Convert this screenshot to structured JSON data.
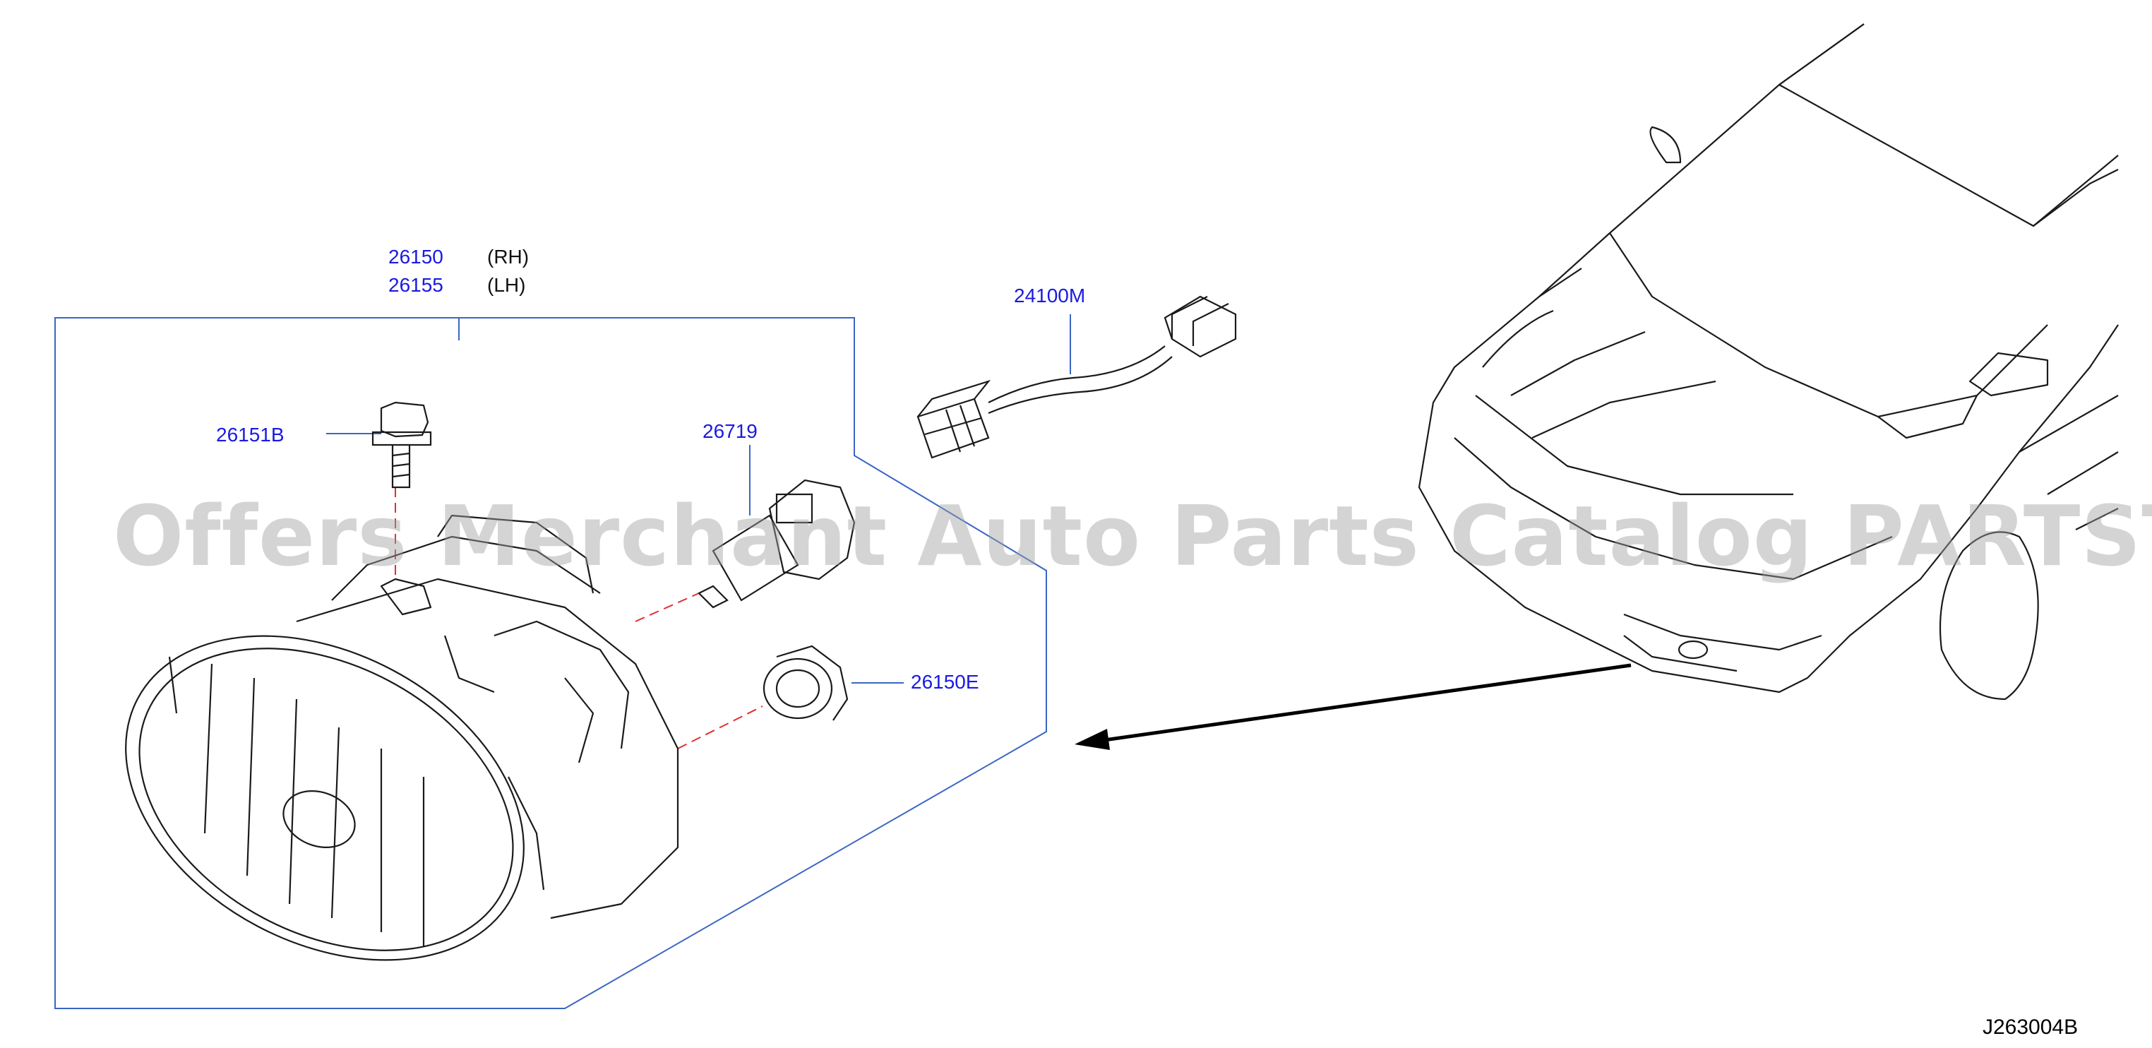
{
  "colors": {
    "leader": "#3a66c4",
    "parts": "#1a1ae0",
    "ink": "#1a1a1a",
    "centerline": "#e03030",
    "watermark": "#a0a0a0"
  },
  "labels": {
    "p26150": "26150",
    "p26150_side": "(RH)",
    "p26155": "26155",
    "p26155_side": "(LH)",
    "p24100M": "24100M",
    "p26151B": "26151B",
    "p26719": "26719",
    "p26150E": "26150E"
  },
  "diagram_code": "J263004B",
  "watermark": "Offers Merchant Auto Parts Catalog PARTSTORE.SA"
}
